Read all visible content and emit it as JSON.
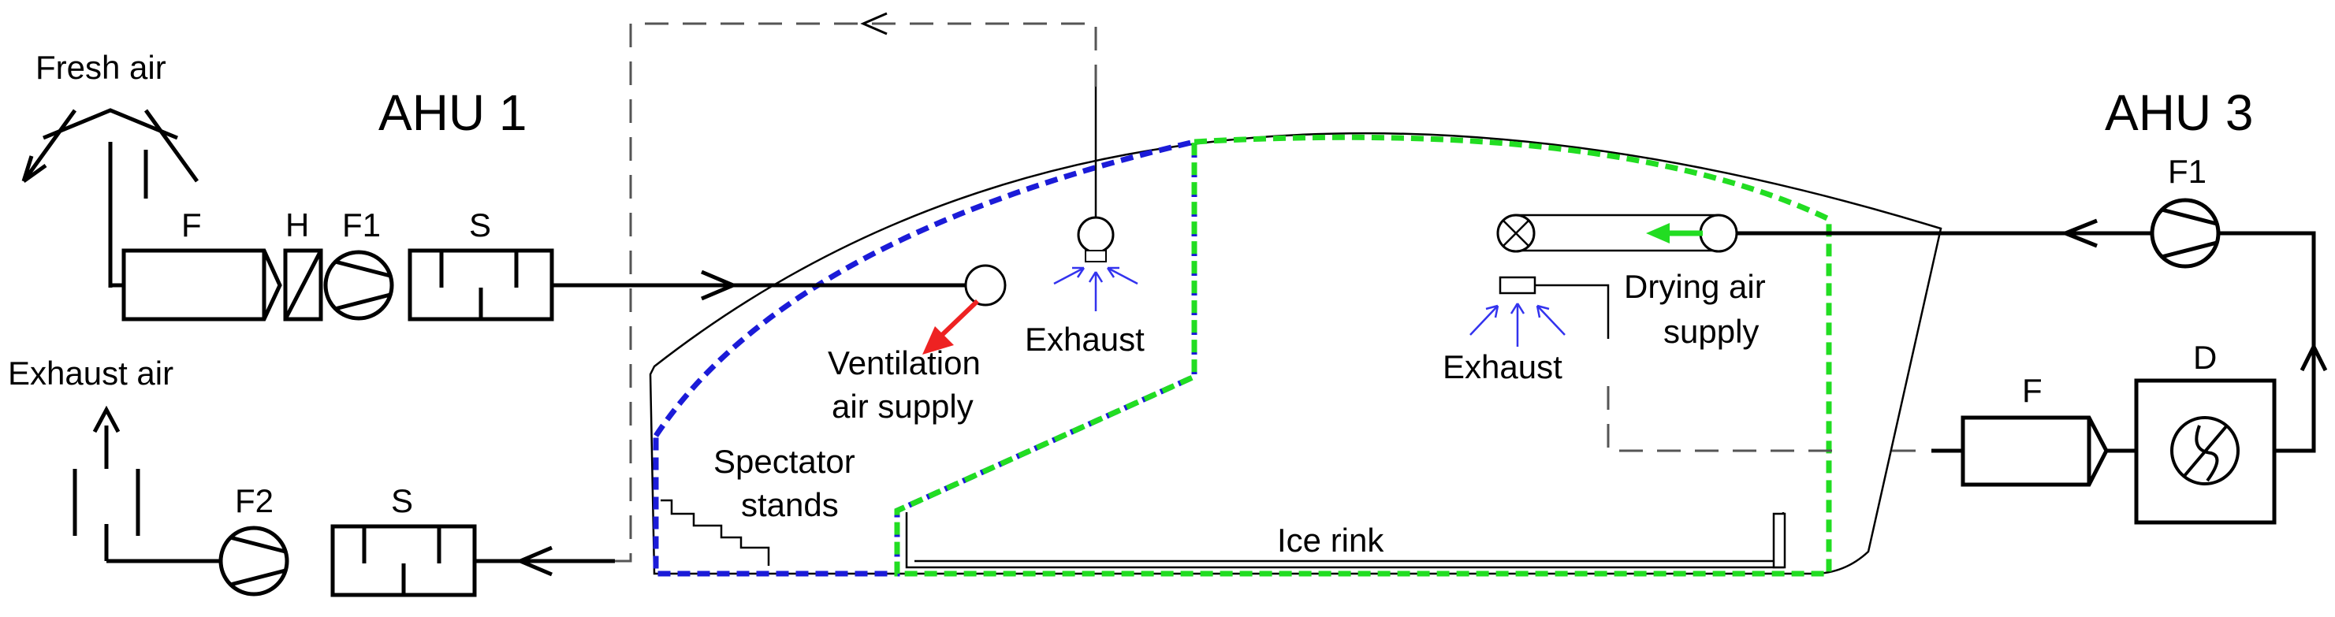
{
  "ahu1": {
    "title": "AHU 1",
    "fresh_air": "Fresh air",
    "exhaust_air": "Exhaust air",
    "filter": "F",
    "heater": "H",
    "fan_supply": "F1",
    "silencer_supply": "S",
    "fan_exhaust": "F2",
    "silencer_exhaust": "S"
  },
  "ahu3": {
    "title": "AHU 3",
    "fan": "F1",
    "filter": "F",
    "dehumidifier": "D"
  },
  "arena": {
    "ventilation_supply": [
      "Ventilation",
      "air supply"
    ],
    "exhaust_left": "Exhaust",
    "exhaust_right": "Exhaust",
    "drying_supply": [
      "Drying air",
      "supply"
    ],
    "spectator_stands": [
      "Spectator",
      "stands"
    ],
    "ice_rink": "Ice rink"
  },
  "colors": {
    "ventilation_zone": "#1b1bd8",
    "drying_zone": "#22dd22",
    "ventilation_arrow": "#ee2222",
    "drying_arrow": "#22dd22",
    "exhaust_arrows": "#3333ee"
  }
}
